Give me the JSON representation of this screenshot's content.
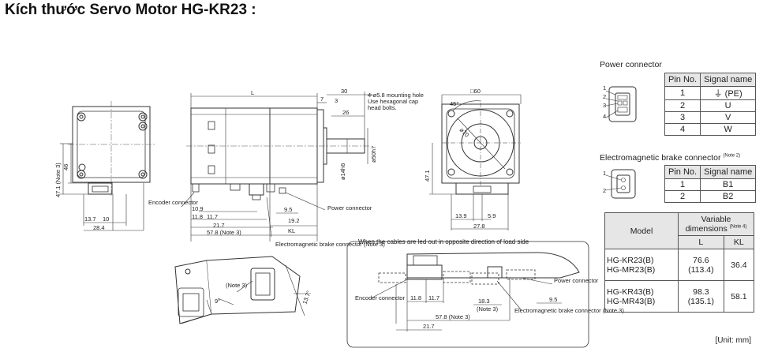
{
  "page_title": "Kích thước Servo Motor HG-KR23 :",
  "drawing": {
    "left_view": {
      "dims": [
        "47.1 (Note 3)",
        "46",
        "13.7",
        "10",
        "28.4"
      ]
    },
    "side_view": {
      "dims": [
        "L",
        "30",
        "7",
        "3",
        "26",
        "ø50h7",
        "ø14h6",
        "10.9",
        "11.8",
        "11.7",
        "9.5",
        "21.7",
        "19.2",
        "57.8 (Note 3)",
        "KL"
      ],
      "labels": {
        "mounting_hole": "4-ø5.8 mounting hole",
        "mounting_hole_2": "Use hexagonal cap",
        "mounting_hole_3": "head bolts.",
        "encoder_connector": "Encoder connector",
        "power_connector": "Power connector",
        "brake_connector": "Electromagnetic brake connector (Note 3)"
      }
    },
    "front_view": {
      "dims": [
        "□60",
        "45°",
        "ø70",
        "47.1",
        "13.9",
        "5.9",
        "27.8"
      ]
    },
    "bottom_left_view": {
      "dims": [
        "(Note 3)",
        "9°",
        "13.7°"
      ]
    },
    "opposite_view": {
      "caption": "When the cables are led out in opposite direction of load side",
      "dims": [
        "11.8",
        "11.7",
        "18.3",
        "(Note 3)",
        "9.5",
        "21.7",
        "57.8 (Note 3)"
      ],
      "labels": {
        "encoder_connector": "Encoder connector",
        "power_connector": "Power connector",
        "brake_connector": "Electromagnetic brake connector (Note 3)"
      }
    }
  },
  "power_connector": {
    "title": "Power connector",
    "pin_labels": [
      "1",
      "2",
      "3",
      "4"
    ],
    "headers": [
      "Pin No.",
      "Signal name"
    ],
    "rows": [
      {
        "pin": "1",
        "signal": "⏚ (PE)"
      },
      {
        "pin": "2",
        "signal": "U"
      },
      {
        "pin": "3",
        "signal": "V"
      },
      {
        "pin": "4",
        "signal": "W"
      }
    ]
  },
  "brake_connector": {
    "title": "Electromagnetic brake connector",
    "note": "(Note 2)",
    "pin_labels": [
      "1",
      "2"
    ],
    "headers": [
      "Pin No.",
      "Signal name"
    ],
    "rows": [
      {
        "pin": "1",
        "signal": "B1"
      },
      {
        "pin": "2",
        "signal": "B2"
      }
    ]
  },
  "variable_table": {
    "header_model": "Model",
    "header_var": "Variable dimensions",
    "header_note": "(Note 4)",
    "header_l": "L",
    "header_kl": "KL",
    "rows": [
      {
        "model_1": "HG-KR23(B)",
        "model_2": "HG-MR23(B)",
        "l_1": "76.6",
        "l_2": "(113.4)",
        "kl": "36.4"
      },
      {
        "model_1": "HG-KR43(B)",
        "model_2": "HG-MR43(B)",
        "l_1": "98.3",
        "l_2": "(135.1)",
        "kl": "58.1"
      }
    ]
  },
  "unit_note": "[Unit: mm]"
}
